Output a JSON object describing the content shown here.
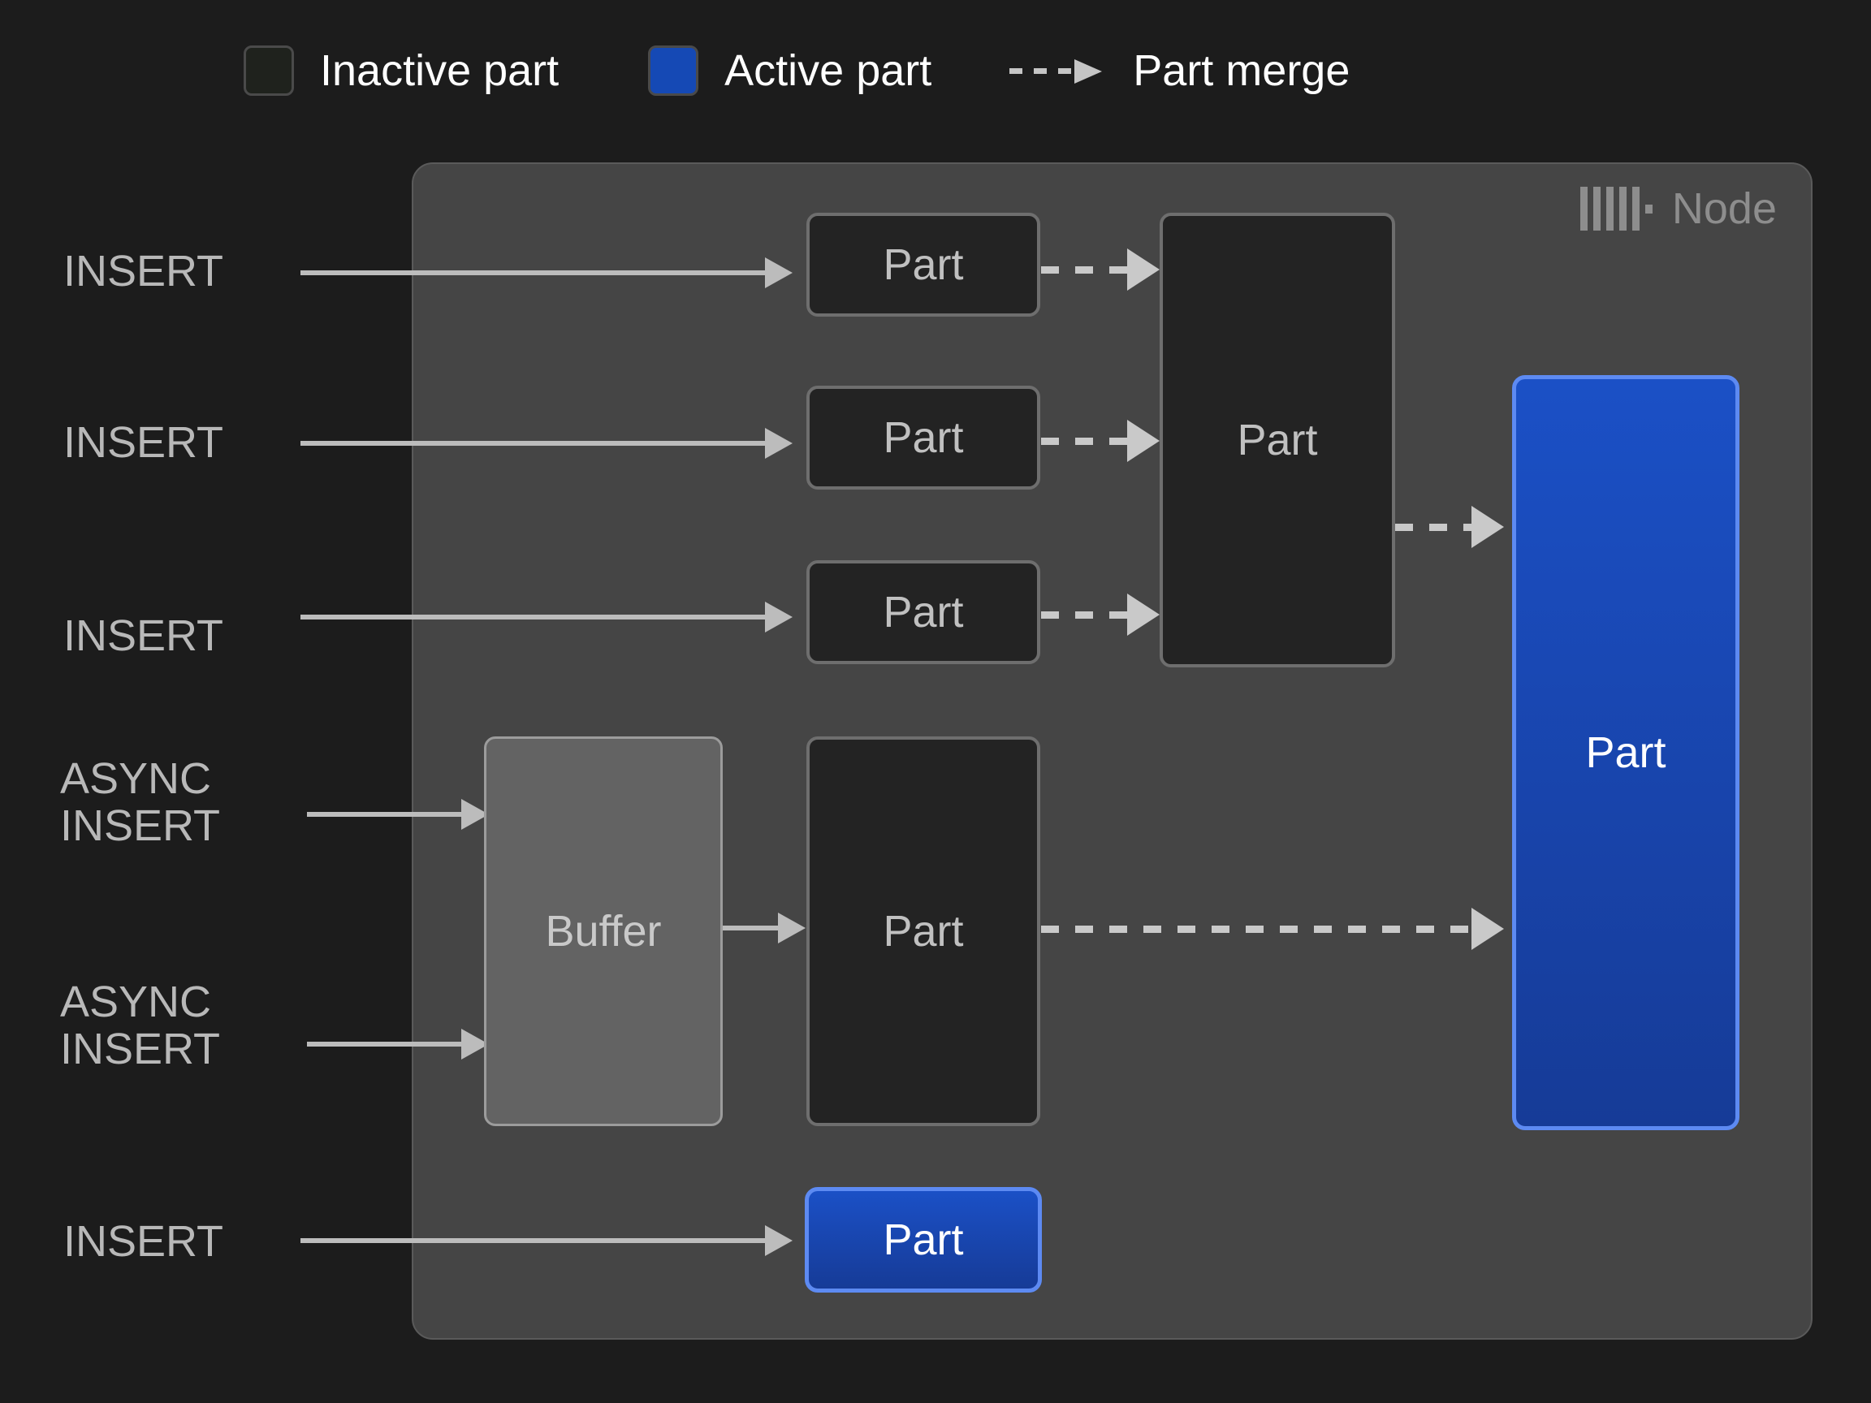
{
  "legend": {
    "items": [
      {
        "id": "inactive-part",
        "label": "Inactive part",
        "swatch": "inactive",
        "color": "#1f221d"
      },
      {
        "id": "active-part",
        "label": "Active part",
        "swatch": "active",
        "color": "#1549b5"
      },
      {
        "id": "part-merge",
        "label": "Part merge",
        "swatch": "dashed-arrow",
        "color": "#c5c5c5"
      }
    ]
  },
  "node": {
    "label": "Node",
    "logo_icon": "clickhouse-bars-icon",
    "panel_color": "#454545",
    "border_color": "#5a5a5a"
  },
  "flow_labels": [
    {
      "id": "insert-1",
      "text": "INSERT"
    },
    {
      "id": "insert-2",
      "text": "INSERT"
    },
    {
      "id": "insert-3",
      "text": "INSERT"
    },
    {
      "id": "async-insert-1",
      "text": "ASYNC\nINSERT"
    },
    {
      "id": "async-insert-2",
      "text": "ASYNC\nINSERT"
    },
    {
      "id": "insert-4",
      "text": "INSERT"
    }
  ],
  "boxes": [
    {
      "id": "part-row1",
      "label": "Part",
      "state": "inactive"
    },
    {
      "id": "part-row2",
      "label": "Part",
      "state": "inactive"
    },
    {
      "id": "part-row3",
      "label": "Part",
      "state": "inactive"
    },
    {
      "id": "merged-part",
      "label": "Part",
      "state": "inactive"
    },
    {
      "id": "buffer",
      "label": "Buffer",
      "state": "buffer"
    },
    {
      "id": "part-buffer-flush",
      "label": "Part",
      "state": "inactive"
    },
    {
      "id": "final-part",
      "label": "Part",
      "state": "active"
    },
    {
      "id": "part-direct-insert",
      "label": "Part",
      "state": "active"
    }
  ],
  "colors": {
    "background": "#1c1c1c",
    "panel": "#454545",
    "inactive_fill": "#232323",
    "inactive_border": "#6e6e6e",
    "buffer_fill": "#636363",
    "buffer_border": "#9c9c9c",
    "active_fill_top": "#1b50c6",
    "active_fill_bottom": "#163b97",
    "active_border": "#5d8af2",
    "connector": "#bcbcbc",
    "text_primary": "#ffffff",
    "text_muted": "#b8b8b8"
  }
}
